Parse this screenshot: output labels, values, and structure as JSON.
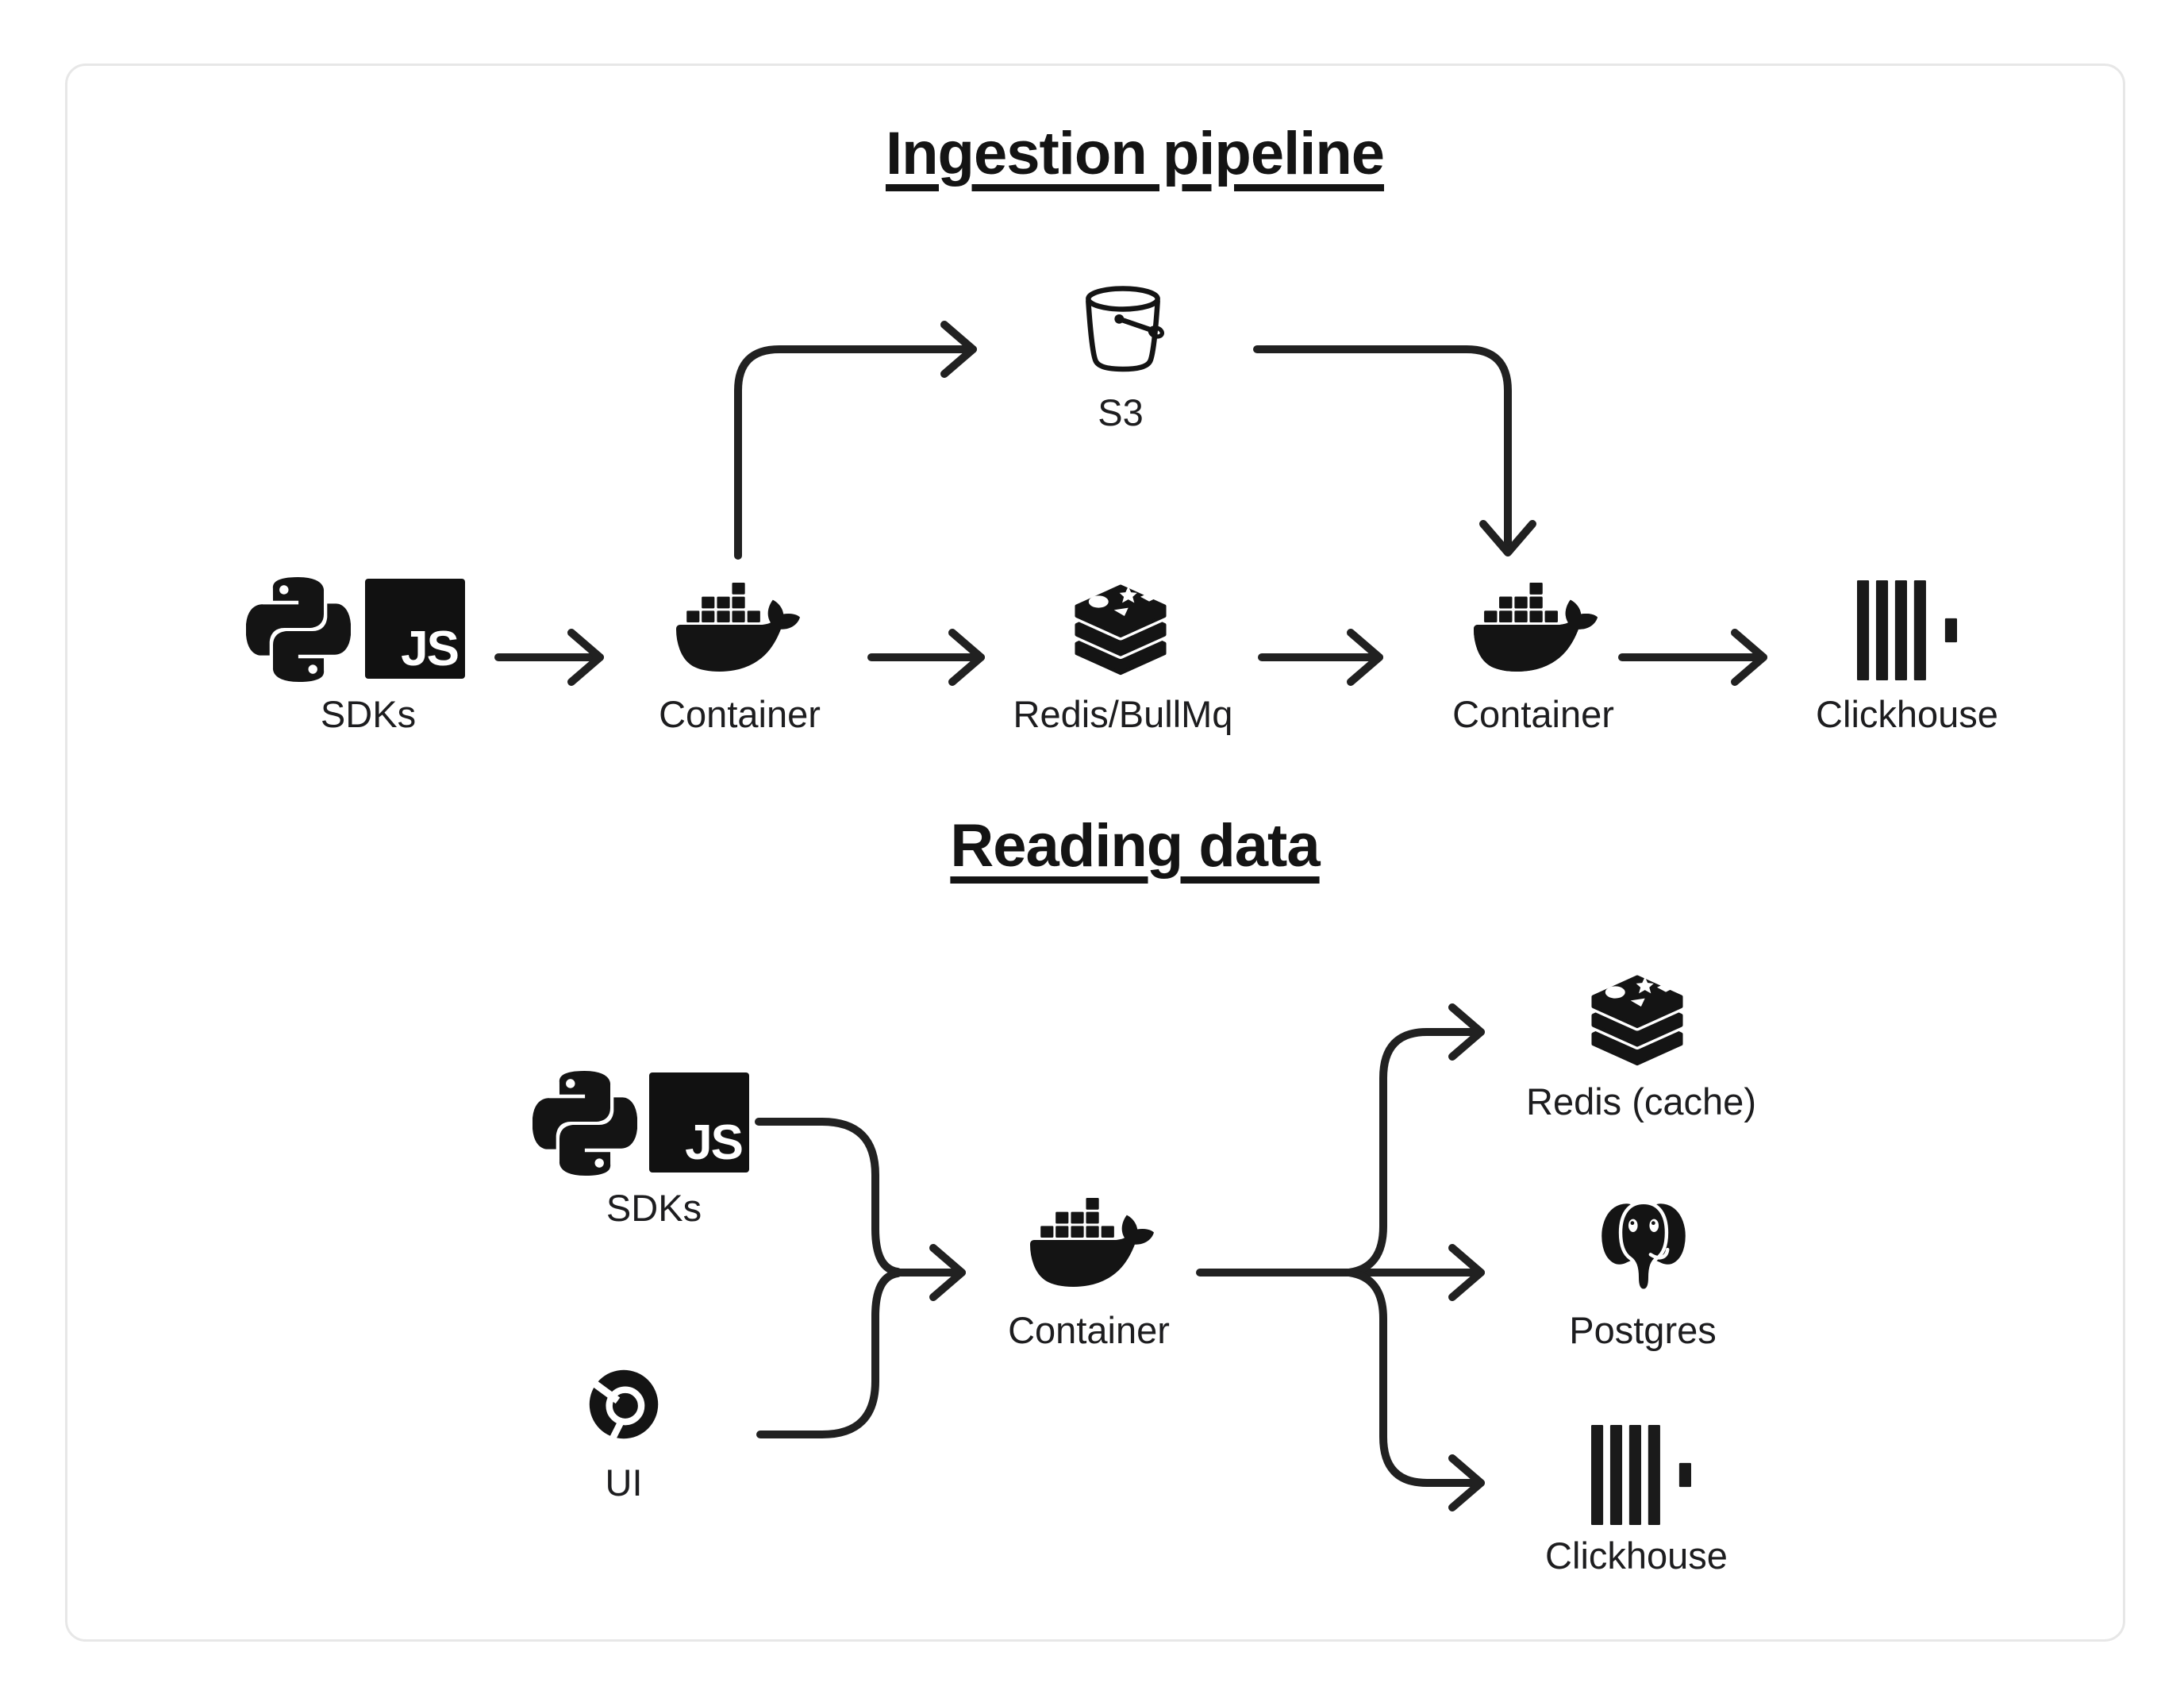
{
  "colors": {
    "ink": "#1d1d1f",
    "line": "#212121",
    "icon": "#141414",
    "card_border": "#e7e7e7",
    "background": "#ffffff"
  },
  "icons": {
    "js_label": "JS",
    "python": "python-logo",
    "javascript": "javascript-logo",
    "docker": "docker-whale",
    "redis": "redis-stack",
    "s3": "s3-bucket",
    "clickhouse": "clickhouse-bars",
    "chrome": "chrome-browser",
    "postgres": "postgres-elephant"
  },
  "sections": [
    {
      "title": "Ingestion pipeline",
      "nodes": [
        {
          "id": "sdks",
          "label": "SDKs"
        },
        {
          "id": "container-ingest",
          "label": "Container"
        },
        {
          "id": "queue",
          "label": "Redis/BullMq"
        },
        {
          "id": "container-worker",
          "label": "Container"
        },
        {
          "id": "clickhouse",
          "label": "Clickhouse"
        },
        {
          "id": "s3",
          "label": "S3"
        }
      ],
      "edges": [
        {
          "from": "SDKs",
          "to": "Container"
        },
        {
          "from": "Container",
          "to": "S3"
        },
        {
          "from": "Container",
          "to": "Redis/BullMq"
        },
        {
          "from": "Redis/BullMq",
          "to": "Container"
        },
        {
          "from": "S3",
          "to": "Container"
        },
        {
          "from": "Container",
          "to": "Clickhouse"
        }
      ]
    },
    {
      "title": "Reading data",
      "nodes": [
        {
          "id": "sdks",
          "label": "SDKs"
        },
        {
          "id": "ui",
          "label": "UI"
        },
        {
          "id": "container",
          "label": "Container"
        },
        {
          "id": "redis-cache",
          "label": "Redis (cache)"
        },
        {
          "id": "postgres",
          "label": "Postgres"
        },
        {
          "id": "clickhouse",
          "label": "Clickhouse"
        }
      ],
      "edges": [
        {
          "from": "SDKs",
          "to": "Container"
        },
        {
          "from": "UI",
          "to": "Container"
        },
        {
          "from": "Container",
          "to": "Redis (cache)"
        },
        {
          "from": "Container",
          "to": "Postgres"
        },
        {
          "from": "Container",
          "to": "Clickhouse"
        }
      ]
    }
  ]
}
